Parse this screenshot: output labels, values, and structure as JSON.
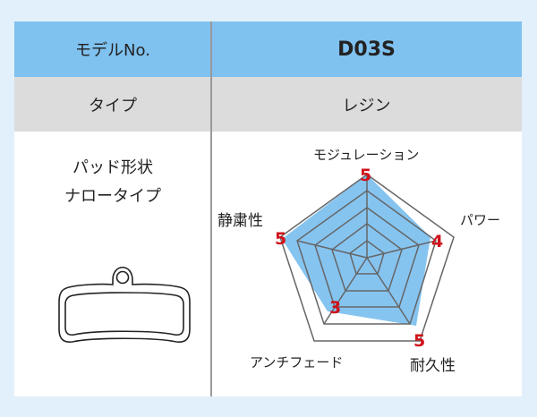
{
  "table": {
    "header": {
      "label": "モデルNo.",
      "value": "D03S"
    },
    "type_row": {
      "label": "タイプ",
      "value": "レジン"
    },
    "shape": {
      "title": "パッド形状",
      "value": "ナロータイプ",
      "icon": "brake-pad-narrow-icon"
    }
  },
  "colors": {
    "header_bg": "#7fc1ef",
    "row_bg": "#dcdcdc",
    "fill": "#7fc1ef",
    "score": "#d0121b",
    "page_bg": "#e2f0fb"
  },
  "chart_data": {
    "type": "radar",
    "title": "",
    "axes": [
      "モジュレーション",
      "パワー",
      "耐久性",
      "アンチフェード",
      "静粛性"
    ],
    "values": [
      5,
      4,
      5,
      3,
      5
    ],
    "max": 5,
    "rings": 5
  },
  "radar": {
    "labels": {
      "modulation": "モジュレーション",
      "power": "パワー",
      "durability": "耐久性",
      "antifade": "アンチフェード",
      "quietness": "静粛性"
    },
    "scores": {
      "modulation": "5",
      "power": "4",
      "durability": "5",
      "antifade": "3",
      "quietness": "5"
    }
  }
}
